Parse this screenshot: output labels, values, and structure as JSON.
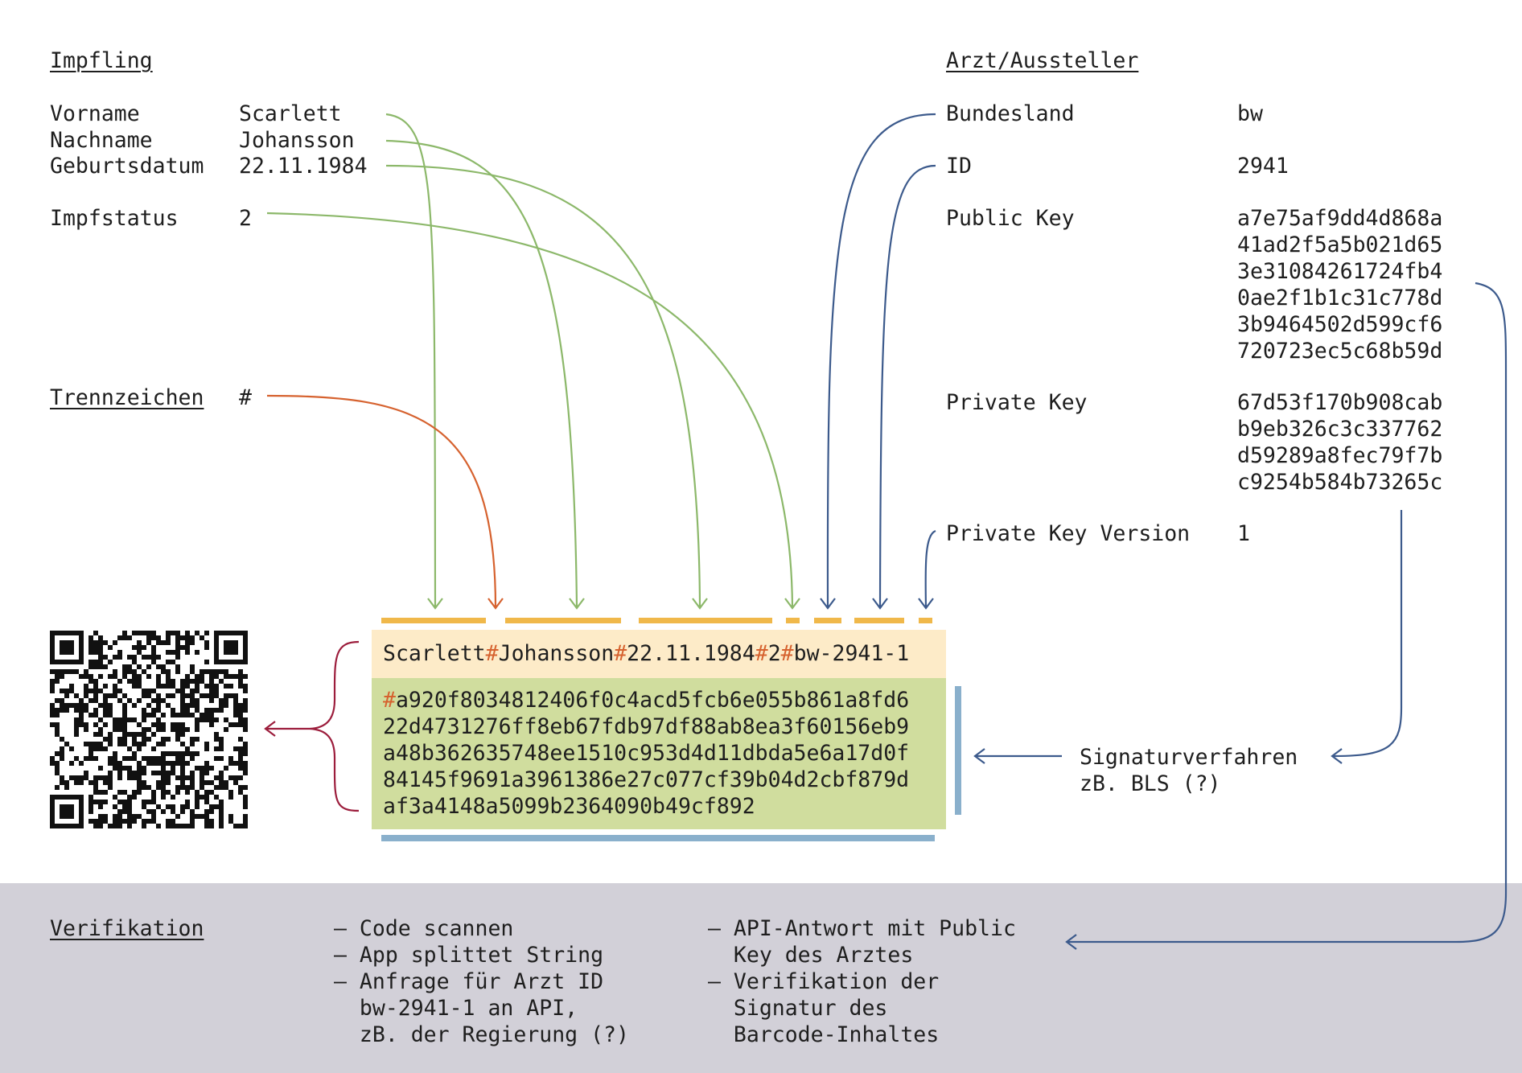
{
  "impfling": {
    "heading": "Impfling",
    "vorname_label": "Vorname",
    "vorname_value": "Scarlett",
    "nachname_label": "Nachname",
    "nachname_value": "Johansson",
    "geburtsdatum_label": "Geburtsdatum",
    "geburtsdatum_value": "22.11.1984",
    "impfstatus_label": "Impfstatus",
    "impfstatus_value": "2"
  },
  "trennzeichen": {
    "heading": "Trennzeichen",
    "value": "#"
  },
  "arzt": {
    "heading": "Arzt/Aussteller",
    "bundesland_label": "Bundesland",
    "bundesland_value": "bw",
    "id_label": "ID",
    "id_value": "2941",
    "public_key_label": "Public Key",
    "public_key_value": "a7e75af9dd4d868a\n41ad2f5a5b021d65\n3e31084261724fb4\n0ae2f1b1c31c778d\n3b9464502d599cf6\n720723ec5c68b59d",
    "private_key_label": "Private Key",
    "private_key_value": "67d53f170b908cab\nb9eb326c3c337762\nd59289a8fec79f7b\nc9254b584b73265c",
    "private_key_version_label": "Private Key Version",
    "private_key_version_value": "1"
  },
  "payload": {
    "part_vorname": "Scarlett",
    "sep1": "#",
    "part_nachname": "Johansson",
    "sep2": "#",
    "part_geburtsdatum": "22.11.1984",
    "sep3": "#",
    "part_impfstatus": "2",
    "sep4": "#",
    "part_arzt": "bw-2941-1"
  },
  "signature": {
    "sep": "#",
    "line1": "a920f8034812406f0c4acd5fcb6e055b861a8fd6",
    "line2": "22d4731276ff8eb67fdb97df88ab8ea3f60156eb9",
    "line3": "a48b362635748ee1510c953d4d11dbda5e6a17d0f",
    "line4": "84145f9691a3961386e27c077cf39b04d2cbf879d",
    "line5": "af3a4148a5099b2364090b49cf892"
  },
  "signaturverfahren": {
    "text": "Signaturverfahren\nzB. BLS (?)"
  },
  "verifikation": {
    "heading": "Verifikation",
    "col1": "– Code scannen\n– App splittet String\n– Anfrage für Arzt ID\n  bw-2941-1 an API,\n  zB. der Regierung (?)",
    "col2": "– API-Antwort mit Public\n  Key des Arztes\n– Verifikation der\n  Signatur des\n  Barcode-Inhaltes"
  },
  "colors": {
    "green_arrow": "#8cb86a",
    "orange_arrow": "#d6622f",
    "blue_arrow": "#3c5a8c",
    "red_brace": "#9c1d3c",
    "segment_bar": "#f0b84a",
    "signature_bar": "#8ab0cc",
    "payload_bg": "#fdebc8",
    "signature_bg": "#d0dd9e",
    "footer_bg": "#d2d0d8"
  }
}
